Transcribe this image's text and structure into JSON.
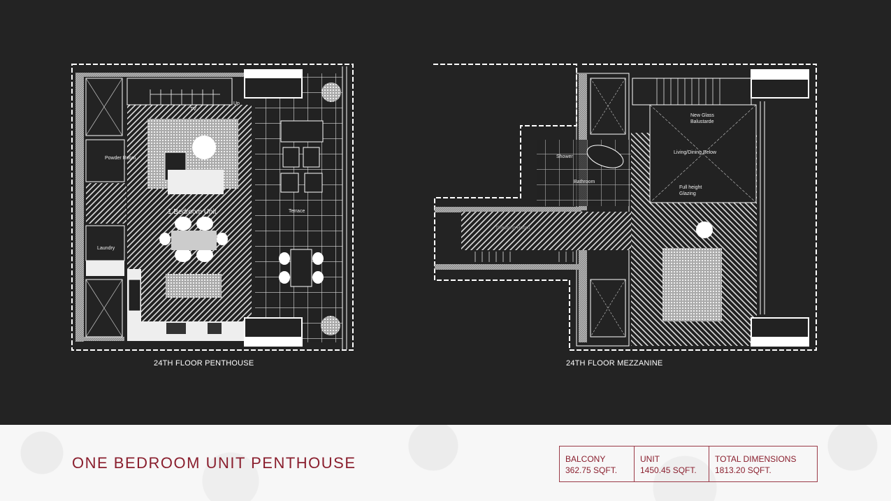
{
  "plans": [
    {
      "caption": "24TH FLOOR PENTHOUSE",
      "labels": {
        "up": "Up",
        "tv": "TV",
        "powder": "Powder Room",
        "laundry": "Laundry",
        "terrace": "Terrace",
        "unit": "1 Bedroom Unit"
      }
    },
    {
      "caption": "24TH FLOOR MEZZANINE",
      "labels": {
        "glass1": "New Glass",
        "glass2": "Balustarde",
        "living": "Living/Dining Below",
        "glazing1": "Full height",
        "glazing2": "Glazing",
        "shower": "Shower",
        "bathroom": "Bathroom",
        "dressing": "Dressing Room"
      }
    }
  ],
  "title": "ONE BEDROOM UNIT PENTHOUSE",
  "specs": [
    {
      "label": "BALCONY",
      "value": "362.75 SQFT."
    },
    {
      "label": "UNIT",
      "value": "1450.45 SQFT."
    },
    {
      "label": "TOTAL DIMENSIONS",
      "value": "1813.20 SQFT."
    }
  ],
  "colors": {
    "accent": "#8a1f2e",
    "background": "#232323"
  }
}
